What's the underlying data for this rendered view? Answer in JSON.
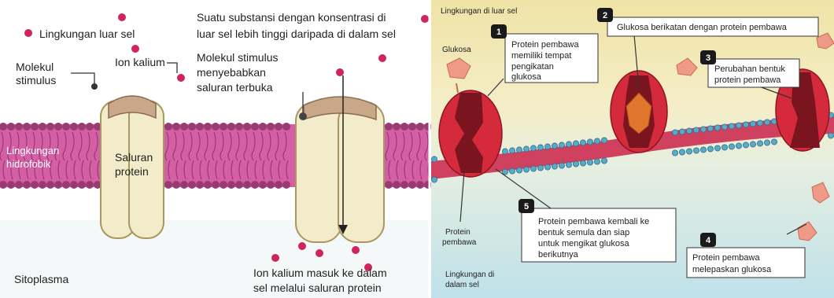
{
  "left_panel": {
    "legend_dot_label": "Lingkungan luar sel",
    "stimulus_label_line1": "Molekul",
    "stimulus_label_line2": "stimulus",
    "potassium_label": "Ion kalium",
    "top_text_line1": "Suatu substansi dengan konsentrasi di",
    "top_text_line2": "luar sel lebih tinggi daripada di dalam sel",
    "stimulus_desc_line1": "Molekul stimulus",
    "stimulus_desc_line2": "menyebabkan",
    "stimulus_desc_line3": "saluran terbuka",
    "hydrophobic_line1": "Lingkungan",
    "hydrophobic_line2": "hidrofobik",
    "channel_line1": "Saluran",
    "channel_line2": "protein",
    "cytoplasm_label": "Sitoplasma",
    "bottom_text_line1": "Ion kalium masuk ke dalam",
    "bottom_text_line2": "sel melalui saluran protein"
  },
  "right_panel": {
    "outside_label": "Lingkungan di luar sel",
    "glucose_label": "Glukosa",
    "step1_number": "1",
    "step1_line1": "Protein pembawa",
    "step1_line2": "memiliki tempat",
    "step1_line3": "pengikatan",
    "step1_line4": "glukosa",
    "step2_number": "2",
    "step2_text": "Glukosa berikatan dengan protein pembawa",
    "step3_number": "3",
    "step3_line1": "Perubahan bentuk",
    "step3_line2": "protein pembawa",
    "step4_number": "4",
    "step4_line1": "Protein pembawa",
    "step4_line2": "melepaskan glukosa",
    "step5_number": "5",
    "step5_line1": "Protein pembawa kembali ke",
    "step5_line2": "bentuk semula dan siap",
    "step5_line3": "untuk mengikat glukosa",
    "step5_line4": "berikutnya",
    "carrier_line1": "Protein",
    "carrier_line2": "pembawa",
    "inside_line1": "Lingkungan di",
    "inside_line2": "dalam sel"
  },
  "colors": {
    "membrane_band": "#d45fa5",
    "head": "#9a3a72",
    "channel_fill": "#f3ecca",
    "ion": "#d0245a",
    "carrier": "#d52a3b",
    "carrier_dark": "#7a1520",
    "right_outside": "#f3e9b5",
    "right_inside": "#cce6ec",
    "right_heads": "#5aa9c8"
  }
}
